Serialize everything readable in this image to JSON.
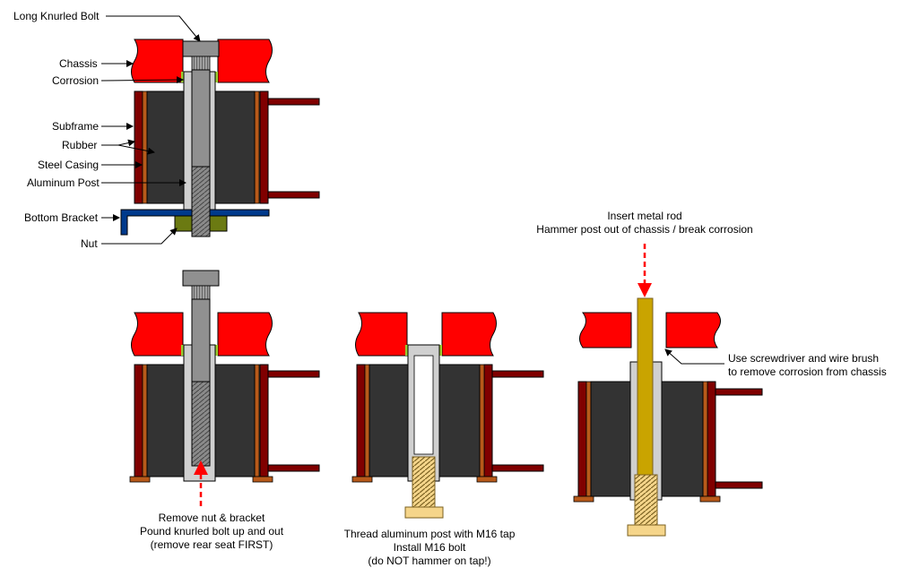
{
  "labels": {
    "bolt": "Long Knurled Bolt",
    "chassis": "Chassis",
    "corrosion": "Corrosion",
    "subframe": "Subframe",
    "rubber": "Rubber",
    "steel_casing": "Steel Casing",
    "aluminum_post": "Aluminum Post",
    "bottom_bracket": "Bottom Bracket",
    "nut": "Nut"
  },
  "captions": {
    "step1": [
      "Remove nut & bracket",
      "Pound knurled bolt up and out",
      "(remove rear seat FIRST)"
    ],
    "step2": [
      "Thread aluminum post with M16 tap",
      "Install M16 bolt",
      "(do NOT hammer on tap!)"
    ],
    "step3_top": [
      "Insert metal rod",
      "Hammer post out of chassis / break corrosion"
    ],
    "step3_side": [
      "Use screwdriver and wire brush",
      "to remove corrosion from chassis"
    ]
  },
  "colors": {
    "chassis": "#ff0000",
    "rubber": "#333333",
    "subframe": "#800000",
    "steel_casing": "#b85a1a",
    "aluminum_post": "#d0d0d0",
    "bolt": "#909090",
    "bracket": "#003a8c",
    "nut": "#6b7a12",
    "corrosion": "#9acd32",
    "m16_bolt": "#f5d58a",
    "metal_rod": "#c9a400",
    "arrow": "#ff0000"
  }
}
